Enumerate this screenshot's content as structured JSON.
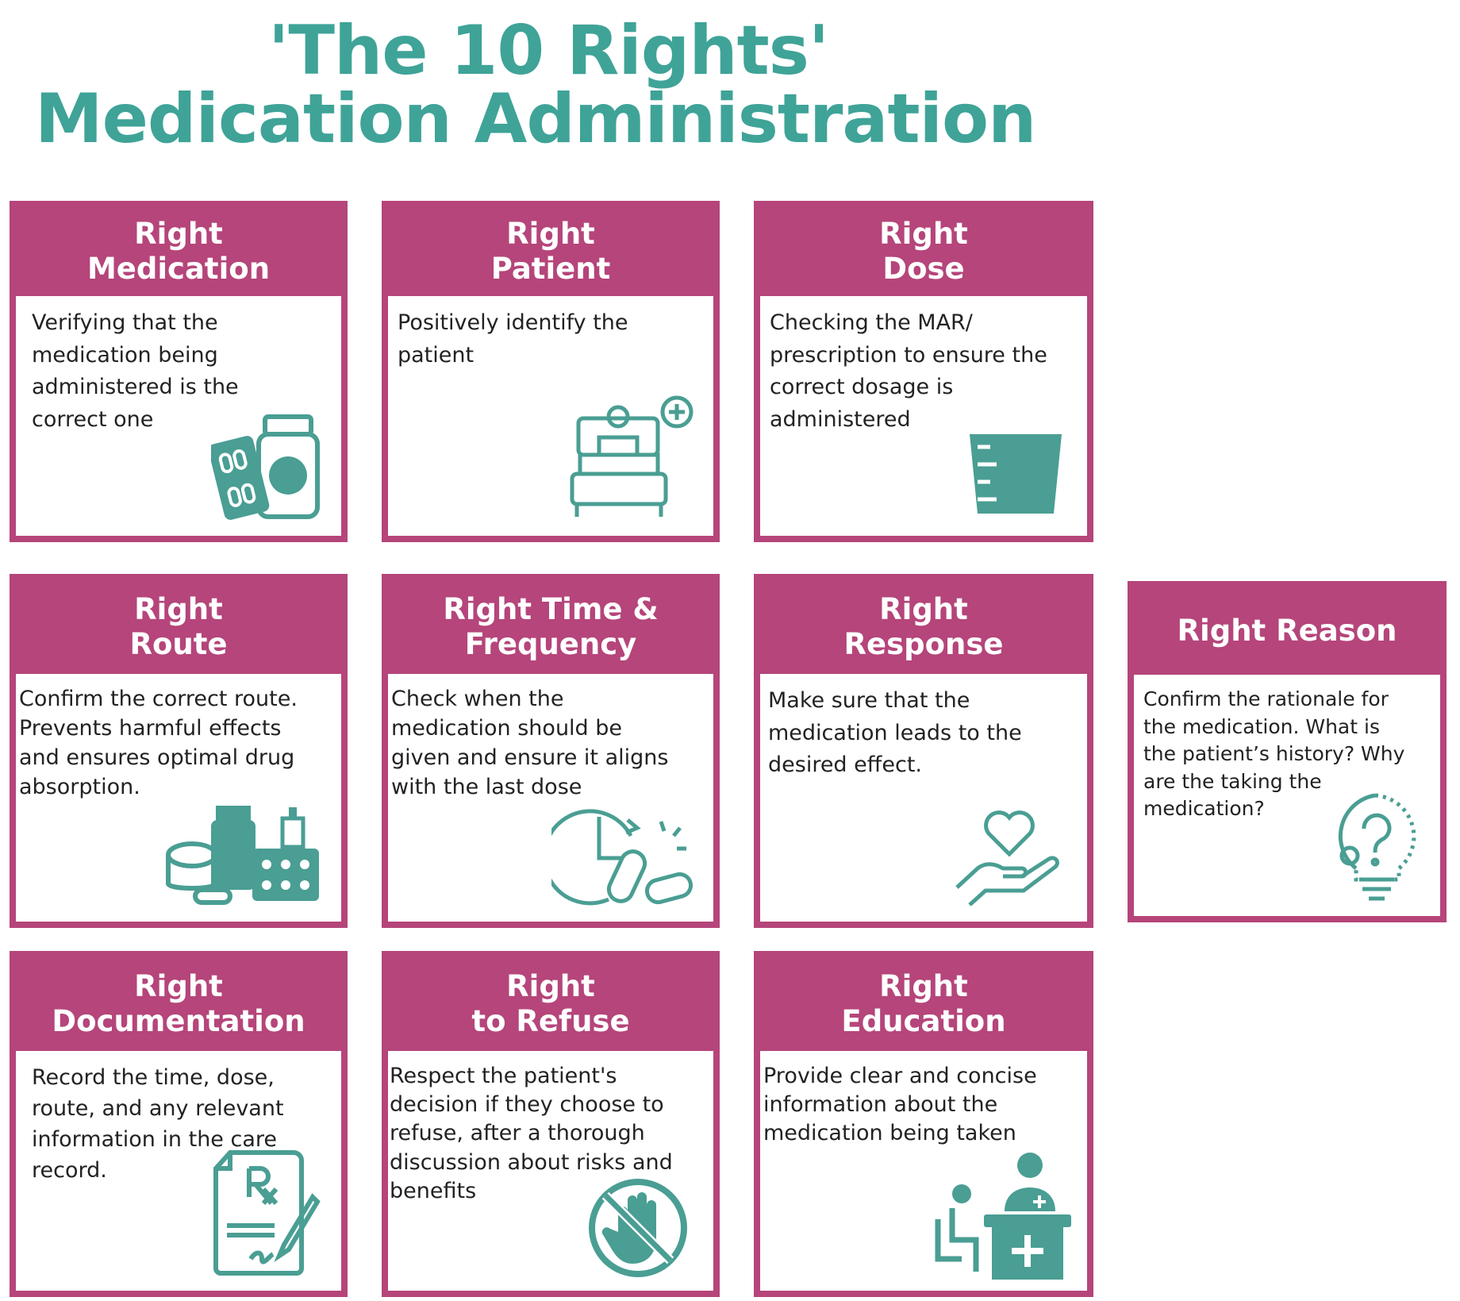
{
  "title": {
    "line1": "'The 10 Rights'",
    "line2": "Medication Administration"
  },
  "colors": {
    "accent": "#b5457a",
    "teal": "#3fa398"
  },
  "cards": [
    {
      "heading": "Right\nMedication",
      "text": "Verifying that the\nmedication being\nadministered is the\ncorrect one",
      "icon": "pill-bottle-icon"
    },
    {
      "heading": "Right\nPatient",
      "text": "Positively identify the\npatient",
      "icon": "patient-bed-icon"
    },
    {
      "heading": "Right\nDose",
      "text": "Checking the MAR/\nprescription to ensure the\ncorrect dosage is\nadministered",
      "icon": "measuring-cup-icon"
    },
    {
      "heading": "Right\nRoute",
      "text": "Confirm  the correct route.\nPrevents harmful effects\nand ensures optimal drug\nabsorption.",
      "icon": "medicines-icon"
    },
    {
      "heading": "Right Time &\nFrequency",
      "text": "Check when the\nmedication should be\ngiven and ensure it aligns\nwith the  last dose",
      "icon": "clock-pill-icon"
    },
    {
      "heading": "Right\nResponse",
      "text": "Make sure that the\nmedication leads to the\ndesired effect.",
      "icon": "heart-hand-icon"
    },
    {
      "heading": "Right Reason",
      "text": "Confirm the rationale for\nthe medication.  What is\nthe patient’s history? Why\nare the taking the\nmedication?",
      "icon": "lightbulb-question-icon"
    },
    {
      "heading": "Right\nDocumentation",
      "text": "Record the time, dose,\nroute, and any relevant\ninformation in the care\nrecord.",
      "icon": "prescription-icon"
    },
    {
      "heading": "Right\nto Refuse",
      "text": "Respect the patient's\ndecision if they choose to\nrefuse, after a thorough\ndiscussion about risks and\nbenefits",
      "icon": "stop-hand-icon"
    },
    {
      "heading": "Right\nEducation",
      "text": "Provide clear and concise\ninformation about the\nmedication being taken",
      "icon": "doctor-patient-icon"
    }
  ]
}
